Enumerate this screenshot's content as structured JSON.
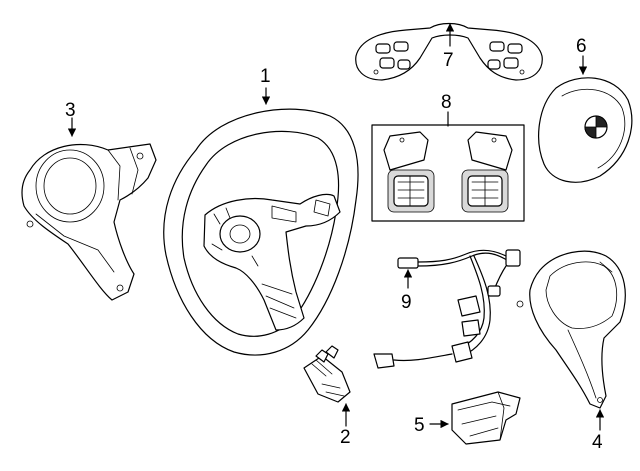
{
  "callouts": {
    "p1": "1",
    "p2": "2",
    "p3": "3",
    "p4": "4",
    "p5": "5",
    "p6": "6",
    "p7": "7",
    "p8": "8",
    "p9": "9"
  },
  "icons": {
    "airbag_emblem": "roundel-emblem-icon",
    "switch_buttons": "steering-switch-button-icons"
  }
}
